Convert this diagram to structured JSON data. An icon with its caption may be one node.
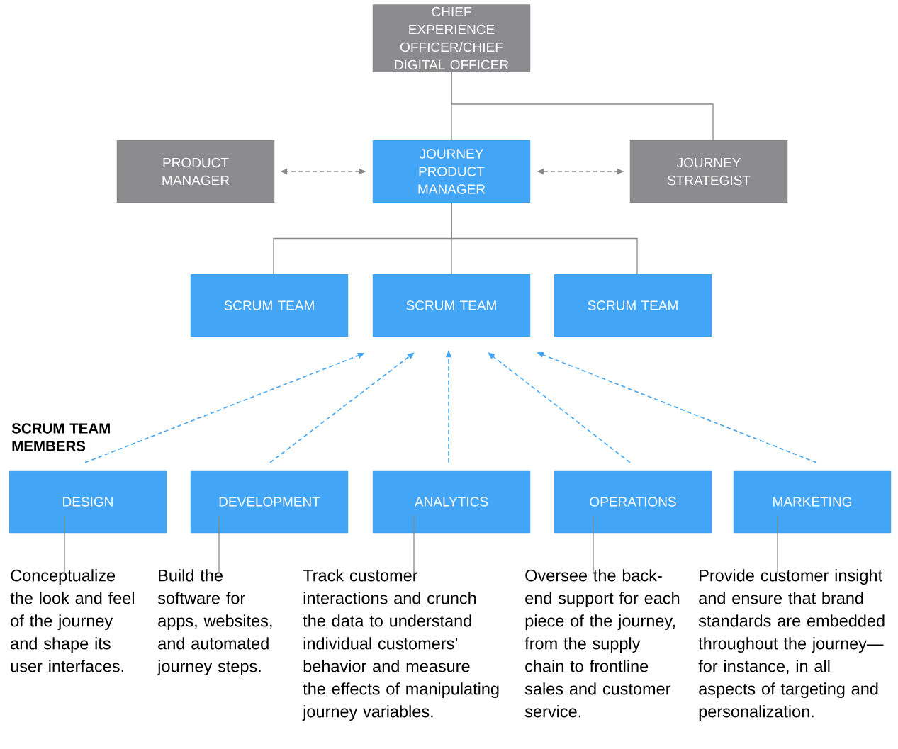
{
  "diagram": {
    "nodes": [
      {
        "text": [
          "CHIEF EXPERIENCE OFFICER/CHIEF DIGITAL OFFICER"
        ]
      },
      {
        "text": [
          "PRODUCT MANAGER"
        ]
      },
      {
        "text": [
          "JOURNEY PRODUCT MANAGER"
        ]
      },
      {
        "text": [
          "JOURNEY STRATEGIST"
        ]
      },
      {
        "text": [
          "SCRUM TEAM"
        ]
      },
      {
        "text": [
          "SCRUM TEAM"
        ]
      },
      {
        "text": [
          "SCRUM TEAM"
        ]
      },
      {
        "text": [
          "DESIGN"
        ]
      },
      {
        "text": [
          "DEVELOPMENT"
        ]
      },
      {
        "text": [
          "ANALYTICS"
        ]
      },
      {
        "text": [
          "OPERATIONS"
        ]
      },
      {
        "text": [
          "MARKETING"
        ]
      },
      {
        "text": [
          "Conceptualize the look and feel of the journey and shape its user interfaces."
        ]
      },
      {
        "text": [
          "Build the software for apps, websites, and automated journey steps."
        ]
      },
      {
        "text": [
          "Track customer interactions and crunch the data to understand individual customers’ behavior and measure the effects of manipulating journey variables."
        ]
      },
      {
        "text": [
          "Oversee the back-end support for each piece of the journey, from the supply chain to frontline sales and customer service."
        ]
      },
      {
        "text": [
          "Provide customer insight and ensure that brand standards are embedded throughout the journey—for instance, in all aspects of targeting and personalization."
        ]
      }
    ],
    "edges": [
      {
        "from": 0,
        "to": 2,
        "arrow": "none"
      },
      {
        "from": 0,
        "to": 3,
        "arrow": "none"
      },
      {
        "from": 2,
        "to": 1,
        "arrow": "both",
        "style": "dashed"
      },
      {
        "from": 2,
        "to": 3,
        "arrow": "both",
        "style": "dashed"
      },
      {
        "from": 2,
        "to": 4,
        "arrow": "none"
      },
      {
        "from": 2,
        "to": 5,
        "arrow": "none"
      },
      {
        "from": 2,
        "to": 6,
        "arrow": "none"
      },
      {
        "from": 7,
        "to": 5,
        "arrow": "to",
        "style": "dashed",
        "color": "#42a5f5"
      },
      {
        "from": 8,
        "to": 5,
        "arrow": "to",
        "style": "dashed",
        "color": "#42a5f5"
      },
      {
        "from": 9,
        "to": 5,
        "arrow": "to",
        "style": "dashed",
        "color": "#42a5f5"
      },
      {
        "from": 10,
        "to": 5,
        "arrow": "to",
        "style": "dashed",
        "color": "#42a5f5"
      },
      {
        "from": 11,
        "to": 5,
        "arrow": "to",
        "style": "dashed",
        "color": "#42a5f5"
      },
      {
        "from": 7,
        "to": 12,
        "arrow": "none"
      },
      {
        "from": 8,
        "to": 13,
        "arrow": "none"
      },
      {
        "from": 9,
        "to": 14,
        "arrow": "none"
      },
      {
        "from": 10,
        "to": 15,
        "arrow": "none"
      },
      {
        "from": 11,
        "to": 16,
        "arrow": "none"
      }
    ],
    "labels": [
      "SCRUM TEAM MEMBERS"
    ]
  }
}
